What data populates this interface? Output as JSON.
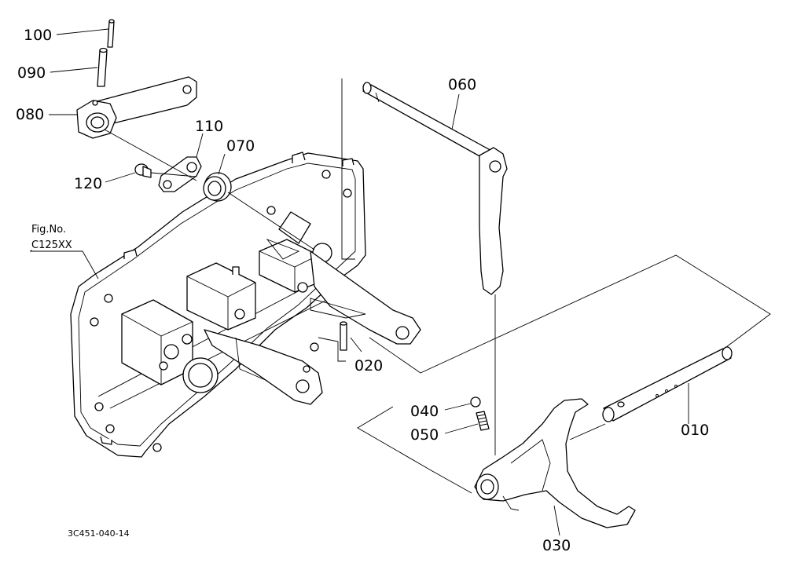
{
  "labels": {
    "p100": "100",
    "p090": "090",
    "p080": "080",
    "p110": "110",
    "p070": "070",
    "p120": "120",
    "p060": "060",
    "p020": "020",
    "p040": "040",
    "p050": "050",
    "p010": "010",
    "p030": "030"
  },
  "figure": {
    "ref_line1": "Fig.No.",
    "ref_line2": "C125XX",
    "drawing_code": "3C451-040-14"
  }
}
